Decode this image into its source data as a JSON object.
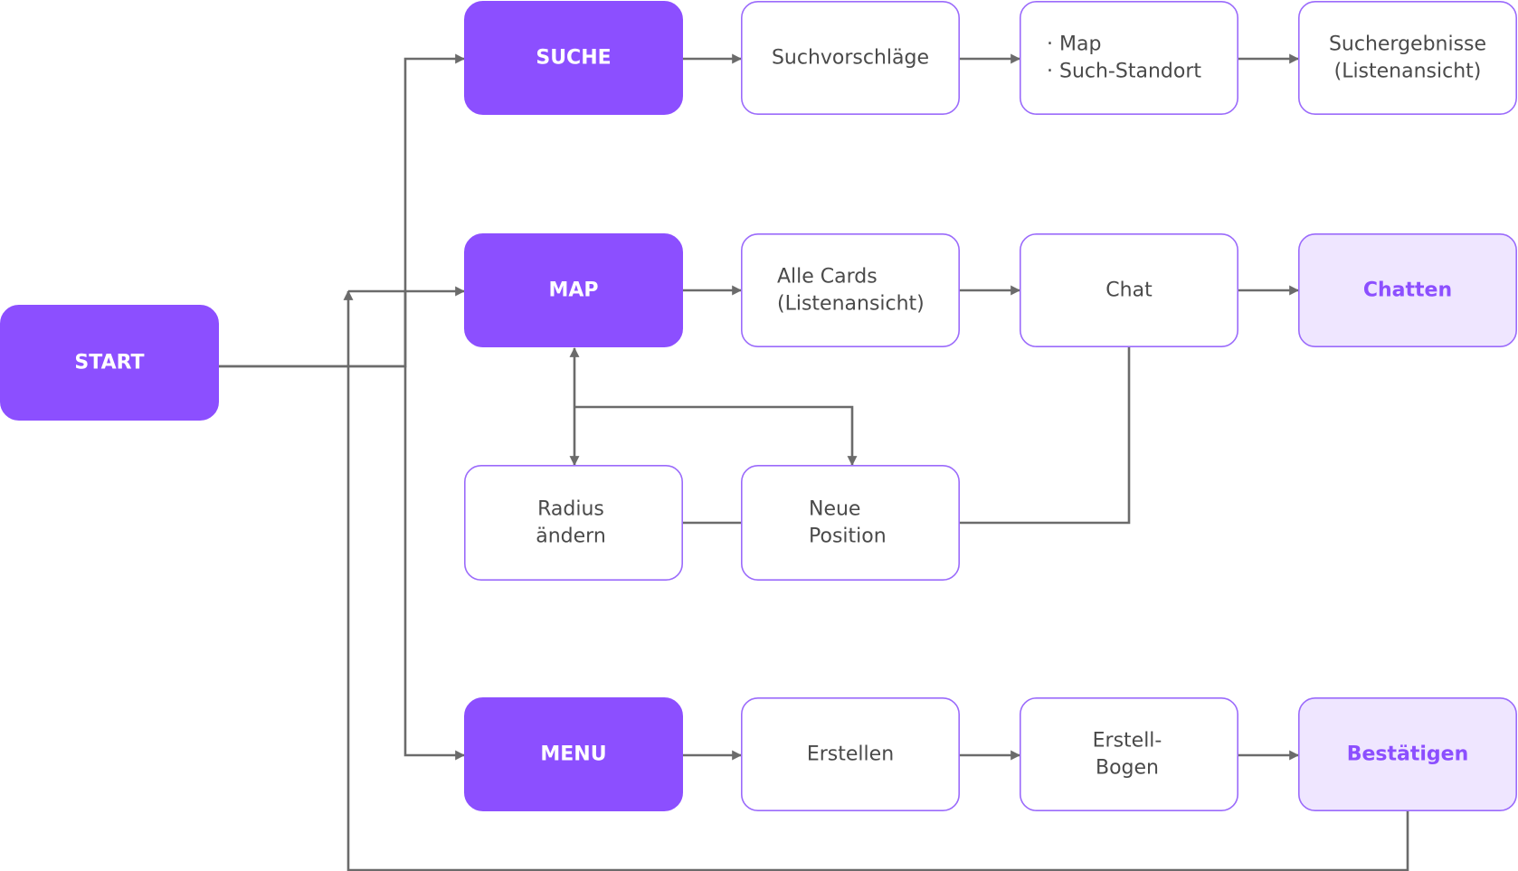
{
  "colors": {
    "primary_fill": "#8c4fff",
    "primary_text": "#ffffff",
    "step_fill": "#ffffff",
    "step_border": "#9b6bfb",
    "step_text": "#4a4a4a",
    "action_fill": "#efe6ff",
    "action_border": "#9b6bfb",
    "action_text": "#8c4fff",
    "connector": "#6b6b6b"
  },
  "nodes": [
    {
      "id": "start",
      "kind": "primary",
      "lines": [
        "START"
      ]
    },
    {
      "id": "suche",
      "kind": "primary",
      "lines": [
        "SUCHE"
      ]
    },
    {
      "id": "map",
      "kind": "primary",
      "lines": [
        "MAP"
      ]
    },
    {
      "id": "menu",
      "kind": "primary",
      "lines": [
        "MENU"
      ]
    },
    {
      "id": "suchvorschlaege",
      "kind": "step",
      "lines": [
        "Suchvorschläge"
      ]
    },
    {
      "id": "map-standort",
      "kind": "step",
      "lines": [
        "· Map",
        "· Such-Standort"
      ]
    },
    {
      "id": "suchergebnisse",
      "kind": "step",
      "lines": [
        "Suchergebnisse",
        "(Listenansicht)"
      ]
    },
    {
      "id": "alle-cards",
      "kind": "step",
      "lines": [
        "Alle Cards",
        "(Listenansicht)"
      ]
    },
    {
      "id": "chat",
      "kind": "step",
      "lines": [
        "Chat"
      ]
    },
    {
      "id": "chatten",
      "kind": "action",
      "lines": [
        "Chatten"
      ]
    },
    {
      "id": "radius-aendern",
      "kind": "step",
      "lines": [
        "Radius",
        "ändern"
      ]
    },
    {
      "id": "neue-position",
      "kind": "step",
      "lines": [
        "Neue",
        "Position"
      ]
    },
    {
      "id": "erstellen",
      "kind": "step",
      "lines": [
        "Erstellen"
      ]
    },
    {
      "id": "erstell-bogen",
      "kind": "step",
      "lines": [
        "Erstell-",
        "Bogen"
      ]
    },
    {
      "id": "bestaetigen",
      "kind": "action",
      "lines": [
        "Bestätigen"
      ]
    }
  ],
  "edges": [
    {
      "id": "start-to-suche",
      "from": "start",
      "to": "suche",
      "arrow_end": true
    },
    {
      "id": "start-to-map",
      "from": "start",
      "to": "map",
      "arrow_end": true
    },
    {
      "id": "start-to-menu",
      "from": "start",
      "to": "menu",
      "arrow_end": true
    },
    {
      "id": "suche-to-suchvorschlaege",
      "from": "suche",
      "to": "suchvorschlaege",
      "arrow_end": true
    },
    {
      "id": "suchvorschlaege-to-map-standort",
      "from": "suchvorschlaege",
      "to": "map-standort",
      "arrow_end": true
    },
    {
      "id": "map-standort-to-suchergebnisse",
      "from": "map-standort",
      "to": "suchergebnisse",
      "arrow_end": true
    },
    {
      "id": "map-to-alle-cards",
      "from": "map",
      "to": "alle-cards",
      "arrow_end": true
    },
    {
      "id": "alle-cards-to-chat",
      "from": "alle-cards",
      "to": "chat",
      "arrow_end": true
    },
    {
      "id": "chat-to-chatten",
      "from": "chat",
      "to": "chatten",
      "arrow_end": true
    },
    {
      "id": "map-to-radius-aendern",
      "from": "map",
      "to": "radius-aendern",
      "arrow_start": true,
      "arrow_end": true
    },
    {
      "id": "map-to-neue-position",
      "from": "map",
      "to": "neue-position",
      "arrow_end": true
    },
    {
      "id": "radius-aendern-to-neue-position",
      "from": "radius-aendern",
      "to": "neue-position"
    },
    {
      "id": "neue-position-to-chat",
      "from": "neue-position",
      "to": "chat"
    },
    {
      "id": "menu-to-erstellen",
      "from": "menu",
      "to": "erstellen",
      "arrow_end": true
    },
    {
      "id": "erstellen-to-erstell-bogen",
      "from": "erstellen",
      "to": "erstell-bogen",
      "arrow_end": true
    },
    {
      "id": "erstell-bogen-to-bestaetigen",
      "from": "erstell-bogen",
      "to": "bestaetigen",
      "arrow_end": true
    },
    {
      "id": "bestaetigen-to-map",
      "from": "bestaetigen",
      "to": "map",
      "arrow_end": true
    }
  ]
}
